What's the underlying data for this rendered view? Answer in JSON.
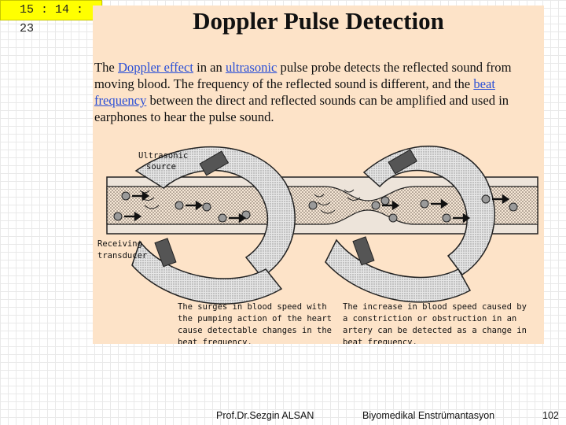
{
  "clock": "15 : 14 : 23",
  "slide": {
    "title": "Doppler Pulse Detection",
    "para": {
      "t1": "The ",
      "l1": "Doppler effect",
      "t2": " in an ",
      "l2": "ultrasonic",
      "t3": " pulse probe detects the reflected sound from moving blood. The frequency of the reflected sound is different, and the ",
      "l3": "beat frequency",
      "t4": " between the direct and reflected sounds can be amplified and used in earphones to hear the pulse sound."
    },
    "link_color": "#2a4fd6",
    "background": "#fde3c8"
  },
  "diagram": {
    "label_source": [
      "Ultrasonic",
      "source"
    ],
    "label_receiver": [
      "Receiving",
      "transducer"
    ],
    "caption_left": [
      "The surges in blood speed with",
      "the pumping action of the heart",
      "cause detectable changes in the",
      "beat frequency."
    ],
    "caption_right": [
      "The increase in blood speed caused by",
      "a constriction or obstruction in an",
      "artery can be detected as a change in",
      "beat frequency."
    ]
  },
  "footer": {
    "author": "Prof.Dr.Sezgin ALSAN",
    "course": "Biyomedikal Enstrümantasyon",
    "page": "102"
  }
}
